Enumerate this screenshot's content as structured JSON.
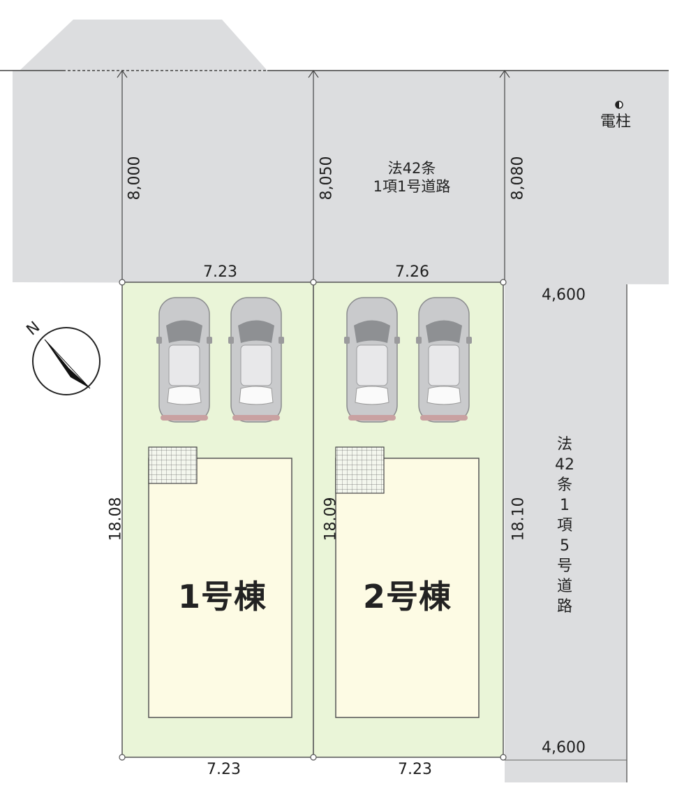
{
  "colors": {
    "road": "#dcdddf",
    "road_edge": "#8a8c90",
    "lot": "#eaf5d8",
    "lot_edge": "#7d8f6a",
    "building": "#fdfbe4",
    "building_edge": "#6b6b5a"
  },
  "road_north": {
    "name": "法42条\n1項1号道路",
    "widths": [
      "8,000",
      "8,050",
      "8,080"
    ]
  },
  "utility_pole": {
    "icon": "half-circle-icon",
    "label": "電柱"
  },
  "road_east": {
    "name": "法42条1項5号道路",
    "width_top": "4,600",
    "width_bottom": "4,600"
  },
  "lot_1": {
    "front": "7.23",
    "back": "7.23",
    "depth": "18.08",
    "building": "1号棟"
  },
  "lot_2": {
    "front": "7.26",
    "back": "7.23",
    "depth_left": "18.09",
    "depth_right": "18.10",
    "building": "2号棟"
  },
  "north_arrow": {
    "letter": "N"
  }
}
